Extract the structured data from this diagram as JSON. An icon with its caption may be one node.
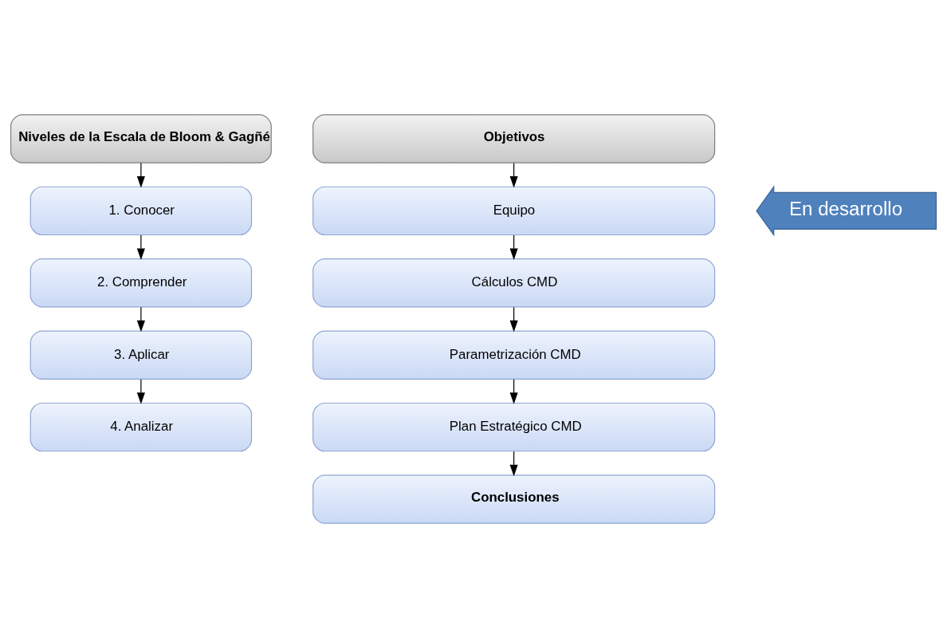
{
  "diagram": {
    "nodes": [
      {
        "text": [
          "Niveles de la Escala de Bloom & Gagñé"
        ]
      },
      {
        "text": [
          "1. Conocer"
        ]
      },
      {
        "text": [
          "2. Comprender"
        ]
      },
      {
        "text": [
          "3. Aplicar"
        ]
      },
      {
        "text": [
          "4. Analizar"
        ]
      },
      {
        "text": [
          "Objetivos"
        ]
      },
      {
        "text": [
          "Equipo"
        ]
      },
      {
        "text": [
          "Cálculos CMD"
        ]
      },
      {
        "text": [
          "Parametrización CMD"
        ]
      },
      {
        "text": [
          "Plan Estratégico CMD"
        ]
      },
      {
        "text": [
          "Conclusiones"
        ]
      },
      {
        "text": [
          "En desarrollo"
        ]
      }
    ],
    "edges": [
      {
        "from": 0,
        "to": 1,
        "arrow": "to"
      },
      {
        "from": 1,
        "to": 2,
        "arrow": "to"
      },
      {
        "from": 2,
        "to": 3,
        "arrow": "to"
      },
      {
        "from": 3,
        "to": 4,
        "arrow": "to"
      },
      {
        "from": 5,
        "to": 6,
        "arrow": "to"
      },
      {
        "from": 6,
        "to": 7,
        "arrow": "to"
      },
      {
        "from": 7,
        "to": 8,
        "arrow": "to"
      },
      {
        "from": 8,
        "to": 9,
        "arrow": "to"
      },
      {
        "from": 9,
        "to": 10,
        "arrow": "to"
      }
    ]
  }
}
